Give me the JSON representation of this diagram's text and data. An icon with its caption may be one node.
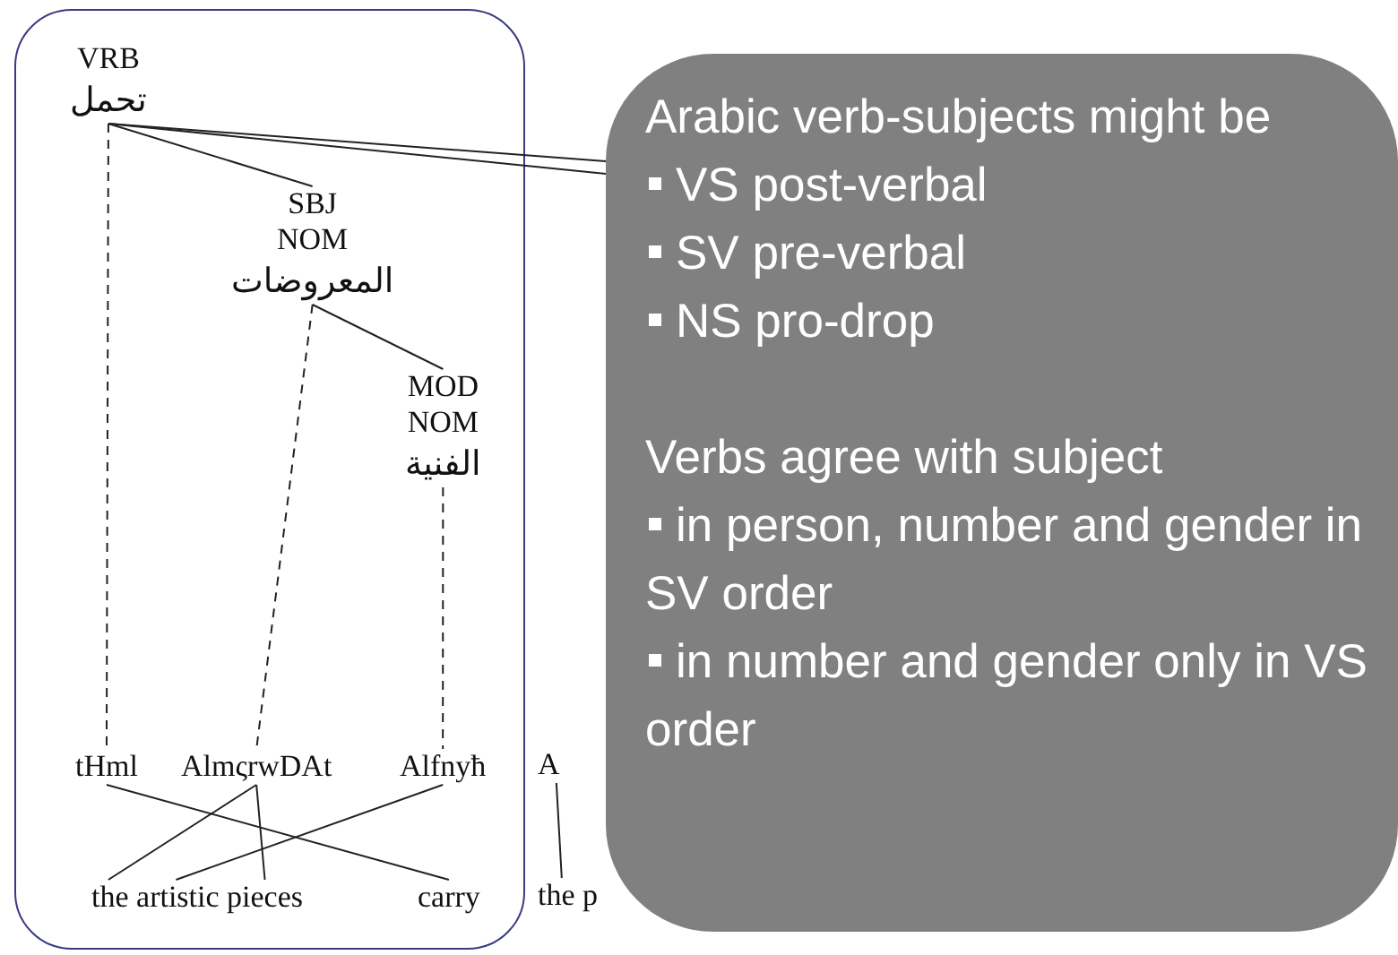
{
  "diagram": {
    "nodes": [
      {
        "text": [],
        "shape": "box"
      },
      {
        "text": [
          "VRB",
          "تحمل"
        ],
        "in": 0
      },
      {
        "text": [
          "SBJ",
          "NOM",
          "المعروضات"
        ],
        "in": 0
      },
      {
        "text": [
          "MOD",
          "NOM",
          "الفنية"
        ],
        "in": 0
      },
      {
        "text": [
          "tHml"
        ],
        "in": 0
      },
      {
        "text": [
          "AlmςrwDAt"
        ],
        "in": 0
      },
      {
        "text": [
          "Alfnyħ"
        ],
        "in": 0
      },
      {
        "text": [
          "A"
        ]
      },
      {
        "text": [
          "the artistic pieces"
        ],
        "in": 0
      },
      {
        "text": [
          "carry"
        ],
        "in": 0
      },
      {
        "text": [
          "the p"
        ]
      },
      {
        "text": [
          "Arabic verb-subjects might be",
          "VS post-verbal",
          "SV pre-verbal",
          "NS pro-drop",
          "Verbs agree with subject",
          "in person, number and gender in SV order",
          "in number and gender only in VS order"
        ]
      }
    ],
    "edges": [
      {
        "from": 1,
        "to": 2,
        "arrow": "none"
      },
      {
        "from": 1,
        "to": 11,
        "arrow": "none"
      },
      {
        "from": 1,
        "to": 11,
        "arrow": "none"
      },
      {
        "from": 2,
        "to": 3,
        "arrow": "none"
      },
      {
        "from": 1,
        "to": 4,
        "arrow": "none",
        "style": "dashed"
      },
      {
        "from": 2,
        "to": 5,
        "arrow": "none",
        "style": "dashed"
      },
      {
        "from": 3,
        "to": 6,
        "arrow": "none",
        "style": "dashed"
      },
      {
        "from": 4,
        "to": 9,
        "arrow": "none"
      },
      {
        "from": 5,
        "to": 8,
        "arrow": "none"
      },
      {
        "from": 5,
        "to": 8,
        "arrow": "none"
      },
      {
        "from": 6,
        "to": 8,
        "arrow": "none"
      },
      {
        "from": 7,
        "to": 10,
        "arrow": "none"
      }
    ]
  }
}
